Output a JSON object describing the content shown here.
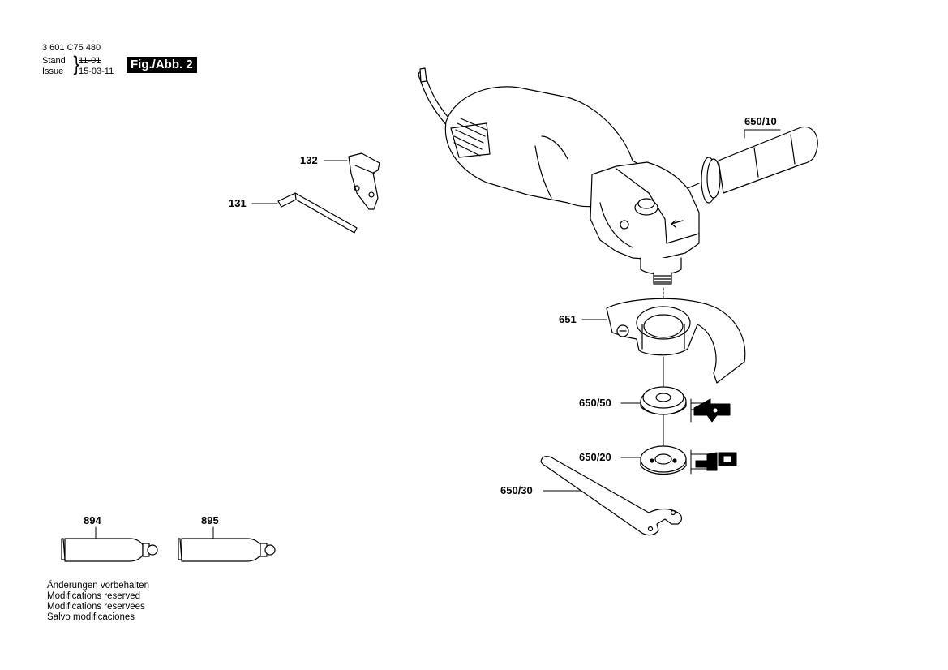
{
  "header": {
    "part_number": "3 601 C75 480",
    "stand_label": "Stand",
    "issue_label": "Issue",
    "brace": "}",
    "stand_value": "11-01",
    "issue_value": "15-03-11",
    "figure_label": "Fig./Abb. 2"
  },
  "parts": {
    "p131": "131",
    "p132": "132",
    "p650_10": "650/10",
    "p651": "651",
    "p650_50": "650/50",
    "p650_20": "650/20",
    "p650_30": "650/30",
    "p894": "894",
    "p895": "895"
  },
  "notes": [
    "Änderungen vorbehalten",
    "Modifications reserved",
    "Modifications reservees",
    "Salvo modificaciones"
  ]
}
